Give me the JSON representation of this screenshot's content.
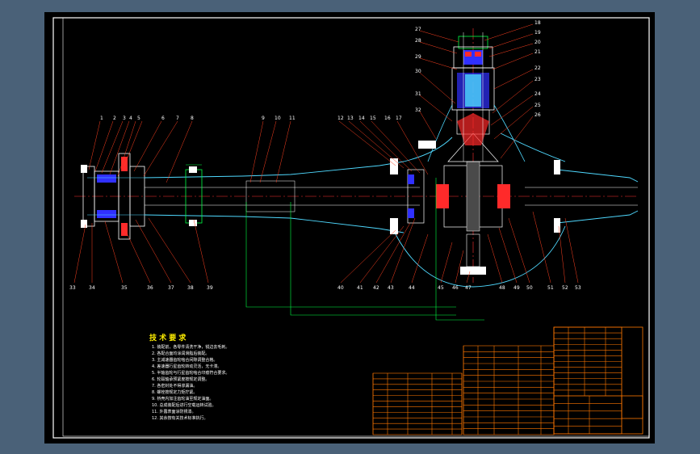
{
  "drawing": {
    "title": "",
    "technical_requirements_title": "技 术 要 求",
    "technical_requirements": [
      "1. 装配前，各零件清洗干净，锐边去毛刺。",
      "2. 各配合面均涂润滑脂后装配。",
      "3. 主减速器齿轮啮合间隙调整合格。",
      "4. 差速器行星齿轮转动灵活，无卡滞。",
      "5. 半轴齿轮与行星齿轮啮合印痕符合要求。",
      "6. 轮毂轴承预紧度按规定调整。",
      "7. 各密封处不得渗漏油。",
      "8. 螺栓按规定力矩拧紧。",
      "9. 桥壳内加注齿轮油至规定油面。",
      "10. 总成装配后进行空载运转试验。",
      "11. 外露表面涂防锈漆。",
      "12. 其余按有关技术标准执行。"
    ],
    "colors": {
      "frame": "#ffffff",
      "part_outline": "#ffffff",
      "housing": "#4fd9ff",
      "centerline": "#ff3030",
      "leader": "#ff4020",
      "dimension": "#00ff44",
      "hatch": "#3030ff",
      "table": "#ff7700",
      "text": "#ffffff",
      "highlight": "#ffee00"
    },
    "balloons_top": [
      "1",
      "2",
      "3",
      "4",
      "5",
      "6",
      "7",
      "8",
      "9",
      "10",
      "11",
      "12",
      "13",
      "14",
      "15",
      "16",
      "17"
    ],
    "balloons_bottom": [
      "33",
      "34",
      "35",
      "36",
      "37",
      "38",
      "39",
      "40",
      "41",
      "42",
      "43",
      "44",
      "45",
      "46",
      "47",
      "48",
      "49",
      "50",
      "51",
      "52",
      "53"
    ],
    "balloons_right": [
      "18",
      "19",
      "20",
      "21",
      "22",
      "23",
      "24",
      "25",
      "26",
      "27",
      "28",
      "29",
      "30",
      "31",
      "32"
    ]
  }
}
